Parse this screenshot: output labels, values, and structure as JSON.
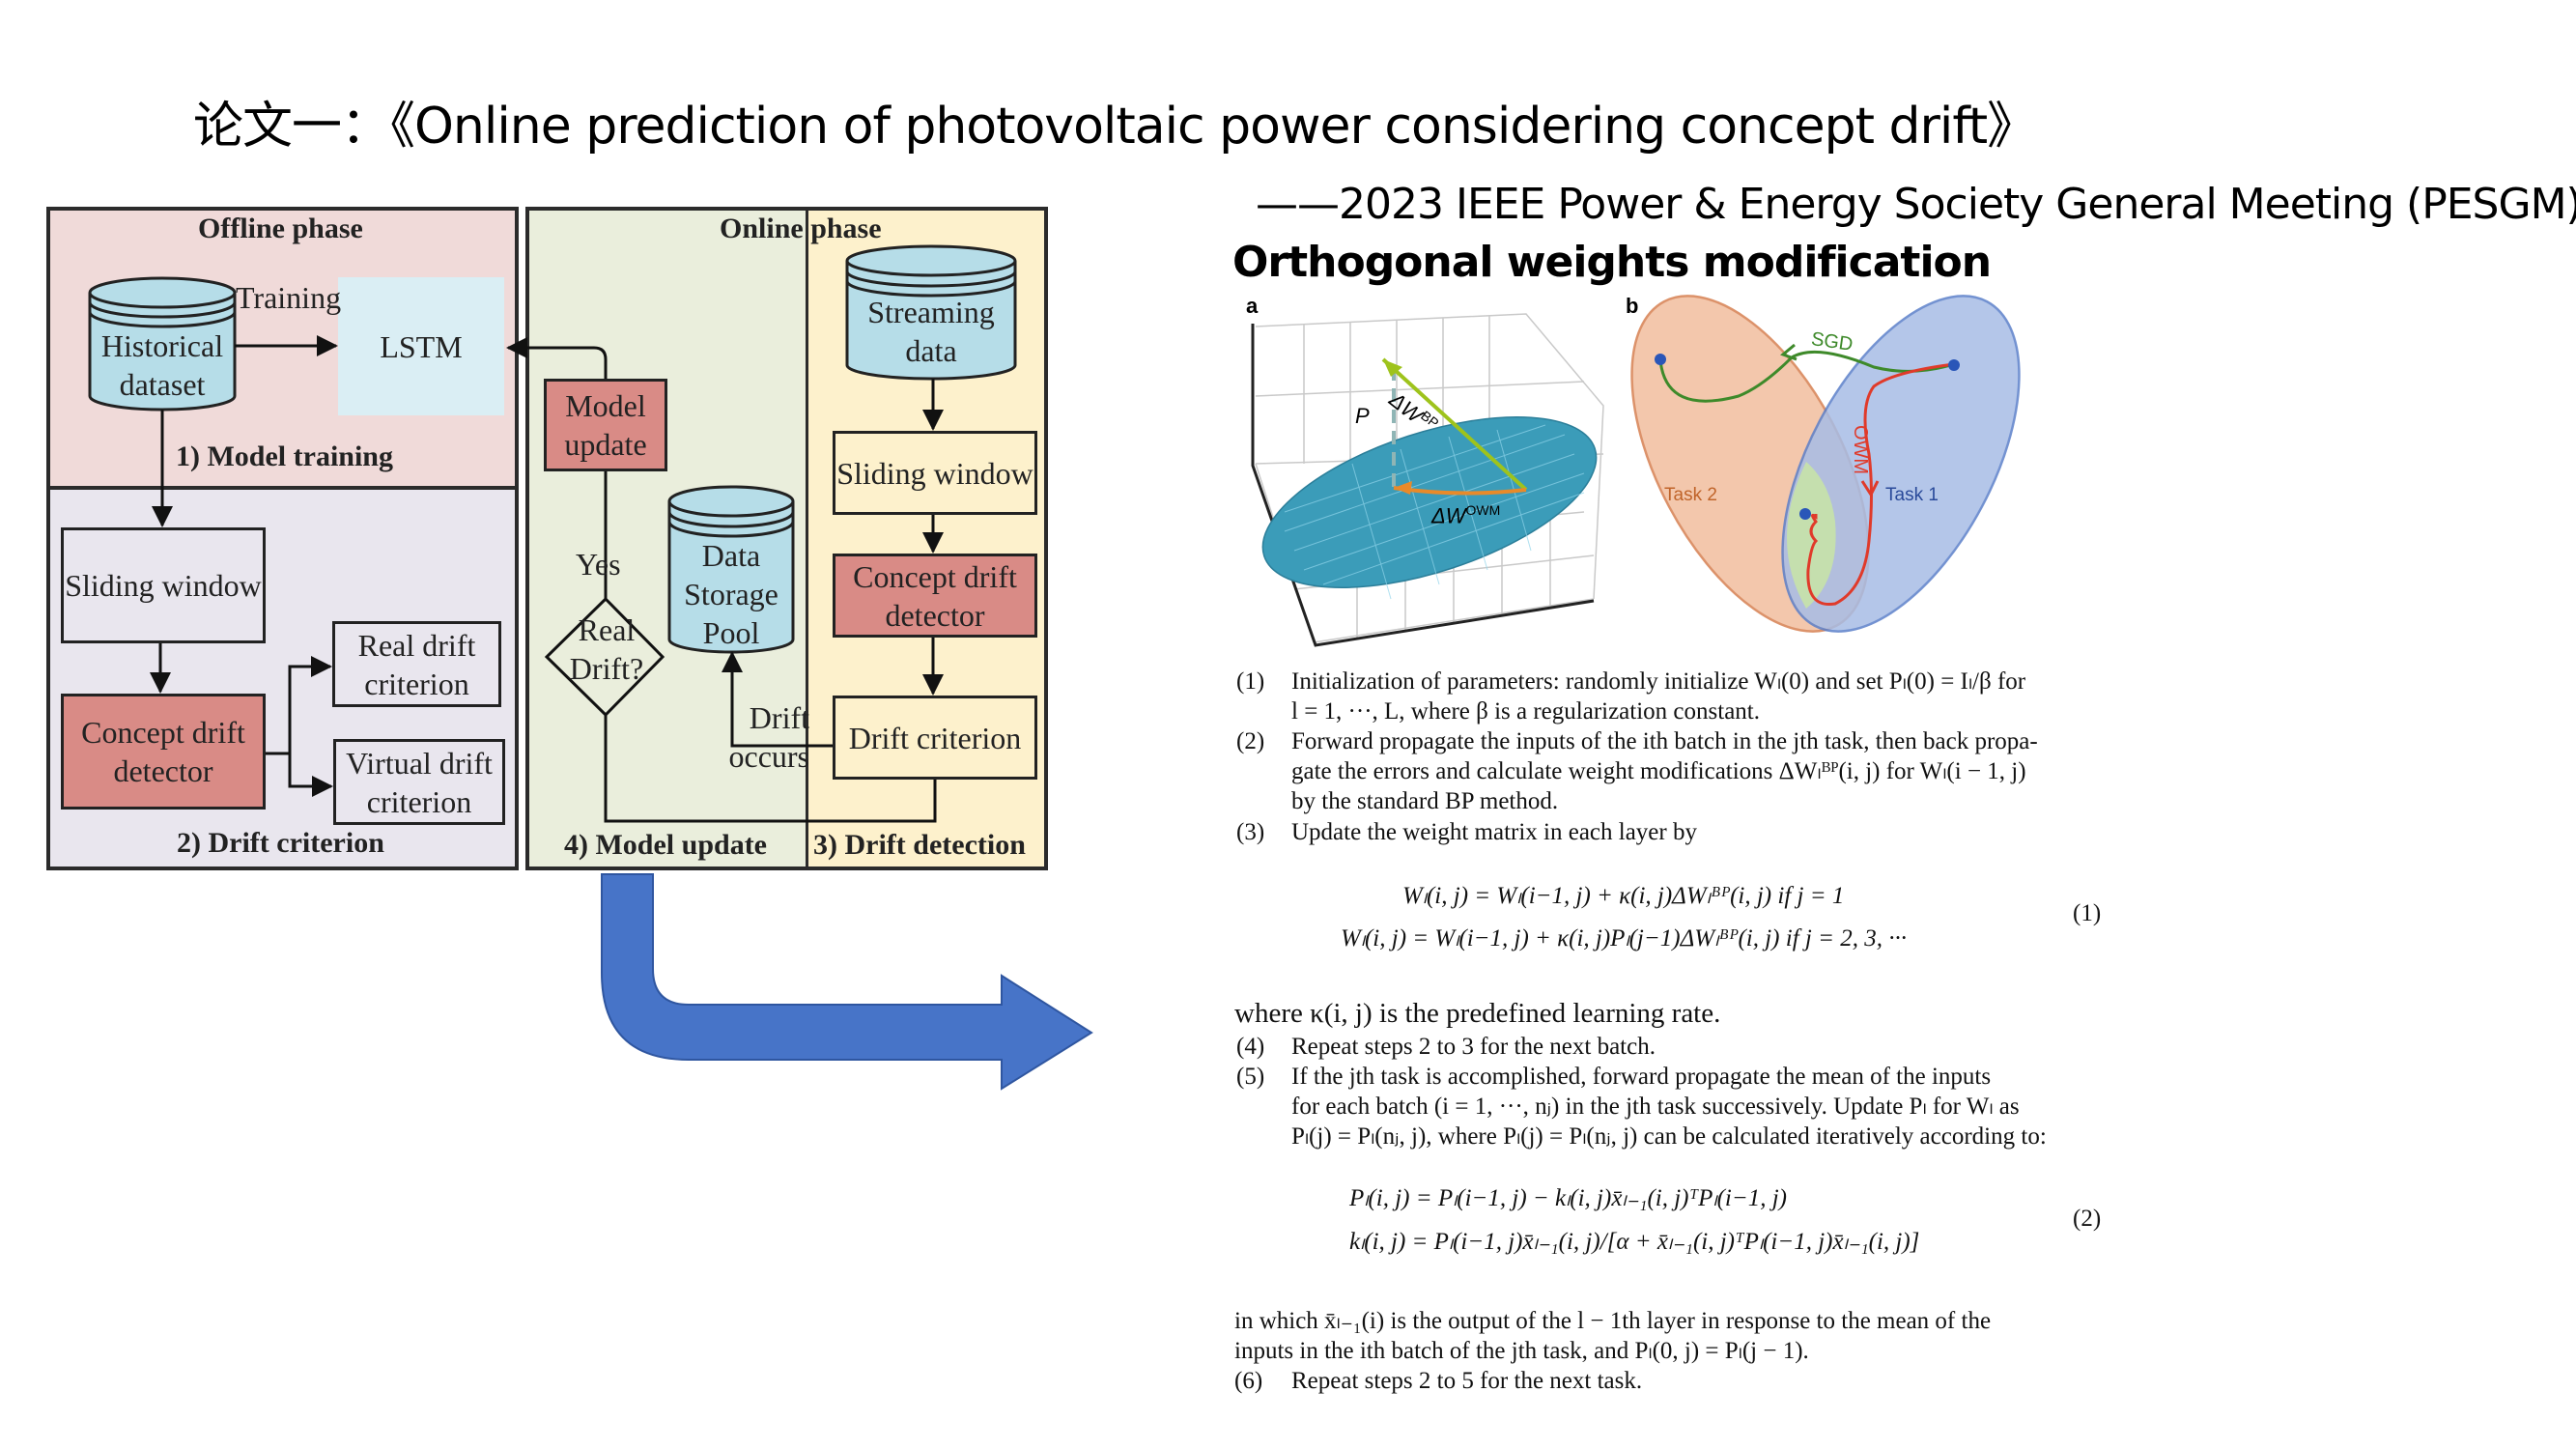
{
  "header": {
    "title": "论文一：《Online prediction of photovoltaic power considering concept drift》",
    "venue": "——2023 IEEE Power & Energy Society General Meeting (PESGM)",
    "section_heading": "Orthogonal weights modification"
  },
  "flowchart": {
    "offline_phase": {
      "title": "Offline phase",
      "historical_dataset": "Historical dataset",
      "training_label": "Training",
      "lstm": "LSTM",
      "stage1_label": "1) Model training",
      "sliding_window": "Sliding window",
      "concept_drift_detector": "Concept drift detector",
      "real_drift_criterion": "Real drift criterion",
      "virtual_drift_criterion": "Virtual drift criterion",
      "stage2_label": "2) Drift criterion"
    },
    "online_phase": {
      "title": "Online phase",
      "model_update": "Model update",
      "yes_label": "Yes",
      "real_drift_decision": "Real Drift?",
      "data_storage_pool": "Data Storage Pool",
      "drift_occurs_label": "Drift occurs",
      "streaming_data": "Streaming data",
      "sliding_window": "Sliding window",
      "concept_drift_detector": "Concept drift detector",
      "drift_criterion": "Drift criterion",
      "stage4_label": "4) Model update",
      "stage3_label": "3) Drift detection"
    },
    "colors": {
      "offline_top_bg": "#f0dad9",
      "offline_bottom_bg": "#e9e6ee",
      "online_left_bg": "#eaeedc",
      "online_right_bg": "#fdf1cc",
      "cylinder": "#b6dde8",
      "lstm_bg": "#daeef4",
      "red_box": "#d98b86",
      "arrow_blue": "#4774c8"
    }
  },
  "figure": {
    "panel_a": {
      "letter": "a",
      "label_p": "P",
      "label_dw_bp": "ΔW",
      "label_dw_bp_sup": "BP",
      "label_dw_owm": "ΔW",
      "label_dw_owm_sup": "OWM"
    },
    "panel_b": {
      "letter": "b",
      "sgd": "SGD",
      "owm": "OWM",
      "task1": "Task 1",
      "task2": "Task 2"
    }
  },
  "algorithm": {
    "steps": [
      {
        "num": "(1)",
        "lines": [
          "Initialization of parameters: randomly initialize Wₗ(0) and set Pₗ(0) = Iₗ/β for",
          "l = 1, ···, L, where β is a regularization constant."
        ]
      },
      {
        "num": "(2)",
        "lines": [
          "Forward propagate the inputs of the ith batch in the jth task, then back propa-",
          "gate the errors and calculate weight modifications ΔWₗᴮᴾ(i, j) for Wₗ(i − 1, j)",
          "by the standard BP method."
        ]
      },
      {
        "num": "(3)",
        "lines": [
          "Update the weight matrix in each layer by"
        ]
      }
    ],
    "eq1": {
      "line1": "Wₗ(i, j) = Wₗ(i−1, j) + κ(i, j)ΔWₗᴮᴾ(i, j)    if    j = 1",
      "line2": "Wₗ(i, j) = Wₗ(i−1, j) + κ(i, j)Pₗ(j−1)ΔWₗᴮᴾ(i, j)    if    j = 2, 3, ···",
      "number": "(1)"
    },
    "where_kappa": "where κ(i, j) is the predefined learning rate.",
    "steps2": [
      {
        "num": "(4)",
        "lines": [
          "Repeat steps 2 to 3 for the next batch."
        ]
      },
      {
        "num": "(5)",
        "lines": [
          "If the jth task is accomplished, forward propagate the mean of the inputs",
          "for each batch (i = 1, ···, nⱼ) in the jth task successively. Update Pₗ for Wₗ as",
          "Pₗ(j) = Pₗ(nⱼ, j), where Pₗ(j) = Pₗ(nⱼ, j) can be calculated iteratively according to:"
        ]
      }
    ],
    "eq2": {
      "line1": "Pₗ(i, j) = Pₗ(i−1, j) − kₗ(i, j)x̄ₗ₋₁(i, j)ᵀPₗ(i−1, j)",
      "line2": "kₗ(i, j) = Pₗ(i−1, j)x̄ₗ₋₁(i, j)/[α + x̄ₗ₋₁(i, j)ᵀPₗ(i−1, j)x̄ₗ₋₁(i, j)]",
      "number": "(2)"
    },
    "in_which": [
      "in which x̄ₗ₋₁(i) is the output of the l − 1th layer in response to the mean of the",
      "inputs in the ith batch of the jth task, and Pₗ(0, j) = Pₗ(j − 1)."
    ],
    "step6": {
      "num": "(6)",
      "text": "Repeat steps 2 to 5 for the next task."
    }
  }
}
